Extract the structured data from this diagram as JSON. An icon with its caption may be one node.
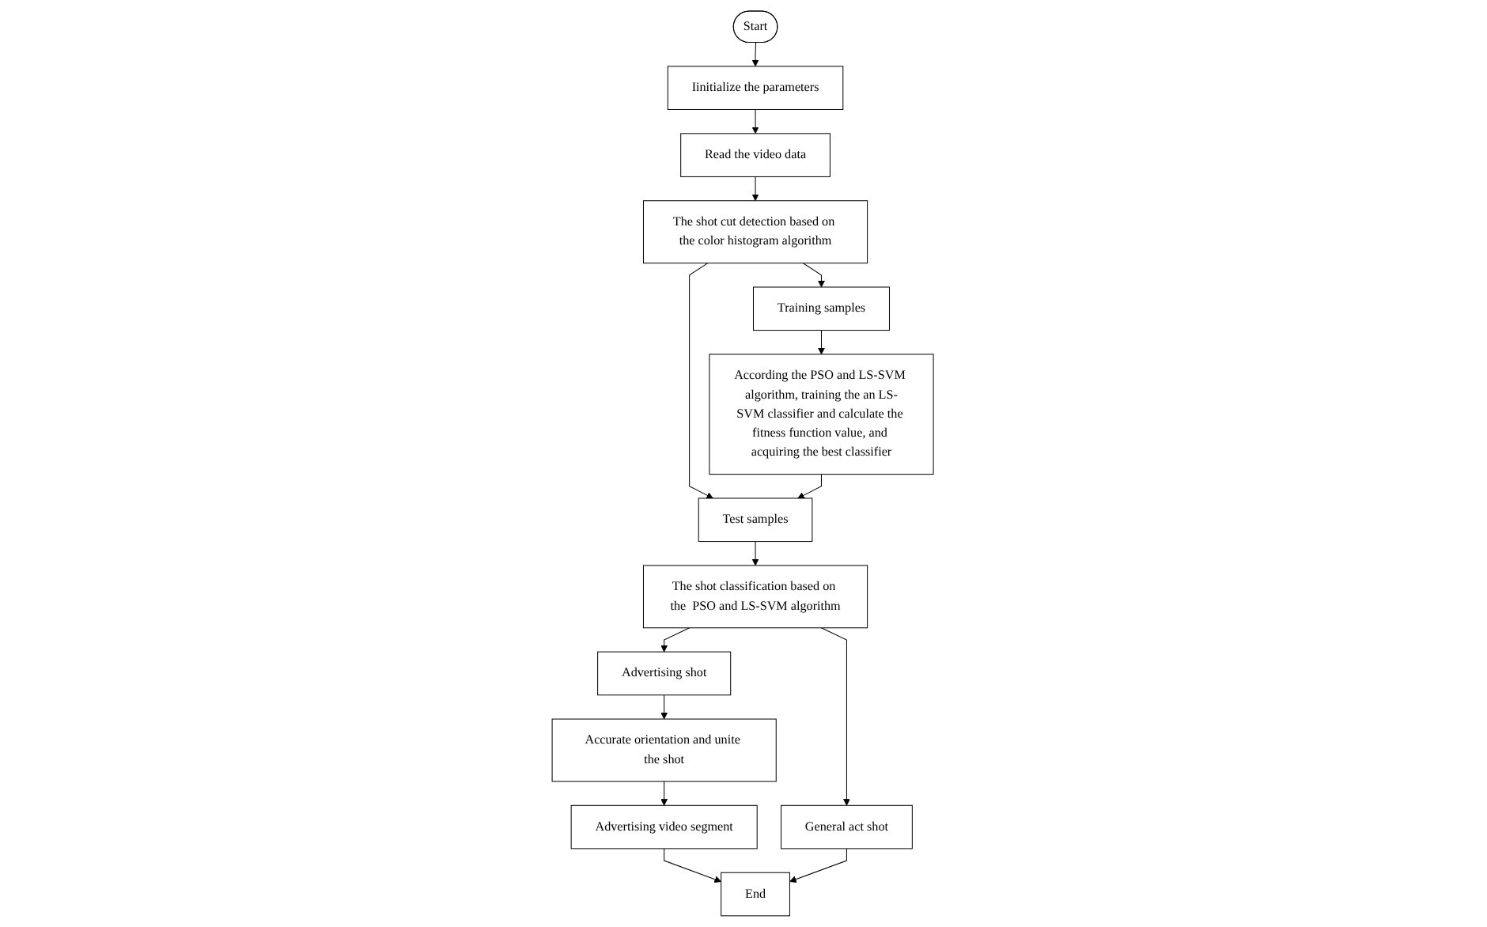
{
  "diagram": {
    "nodes": [
      {
        "text": [
          "Start"
        ]
      },
      {
        "text": [
          "Iinitialize the parameters"
        ]
      },
      {
        "text": [
          "Read the video data"
        ]
      },
      {
        "text": [
          "The shot cut detection based on the color histogram algorithm"
        ]
      },
      {
        "text": [
          "Training samples"
        ]
      },
      {
        "text": [
          "According the PSO and LS-SVM algorithm, training the an LS-SVM classifier and calculate the fitness function value, and acquiring the best classifier"
        ]
      },
      {
        "text": [
          "Test samples"
        ]
      },
      {
        "text": [
          "The shot classification based on the  PSO and LS-SVM algorithm"
        ]
      },
      {
        "text": [
          "Advertising shot"
        ]
      },
      {
        "text": [
          "General act shot"
        ]
      },
      {
        "text": [
          "Accurate orientation and unite the shot"
        ]
      },
      {
        "text": [
          "Advertising video segment"
        ]
      },
      {
        "text": [
          "End"
        ]
      }
    ],
    "edges": [
      {
        "from": 0,
        "to": 1,
        "arrow": "to"
      },
      {
        "from": 1,
        "to": 2,
        "arrow": "to"
      },
      {
        "from": 2,
        "to": 3,
        "arrow": "to"
      },
      {
        "from": 3,
        "to": 4,
        "arrow": "to"
      },
      {
        "from": 3,
        "to": 6,
        "arrow": "to"
      },
      {
        "from": 4,
        "to": 5,
        "arrow": "to"
      },
      {
        "from": 5,
        "to": 6,
        "arrow": "to"
      },
      {
        "from": 6,
        "to": 7,
        "arrow": "to"
      },
      {
        "from": 7,
        "to": 8,
        "arrow": "to"
      },
      {
        "from": 7,
        "to": 9,
        "arrow": "to"
      },
      {
        "from": 8,
        "to": 10,
        "arrow": "to"
      },
      {
        "from": 10,
        "to": 11,
        "arrow": "to"
      },
      {
        "from": 11,
        "to": 12,
        "arrow": "to"
      },
      {
        "from": 9,
        "to": 12,
        "arrow": "to"
      }
    ]
  }
}
